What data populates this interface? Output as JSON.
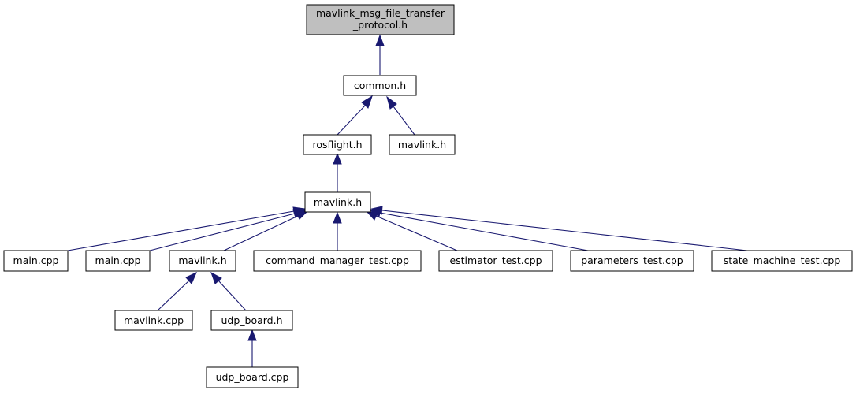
{
  "nodes": {
    "protocol": {
      "line1": "mavlink_msg_file_transfer",
      "line2": "_protocol.h"
    },
    "common": "common.h",
    "rosflight": "rosflight.h",
    "mavlink_top": "mavlink.h",
    "mavlink_mid": "mavlink.h",
    "main1": "main.cpp",
    "main2": "main.cpp",
    "mavlink_low": "mavlink.h",
    "command_manager_test": "command_manager_test.cpp",
    "estimator_test": "estimator_test.cpp",
    "parameters_test": "parameters_test.cpp",
    "state_machine_test": "state_machine_test.cpp",
    "mavlink_cpp": "mavlink.cpp",
    "udp_board_h": "udp_board.h",
    "udp_board_cpp": "udp_board.cpp"
  },
  "colors": {
    "edge": "#191970",
    "root_fill": "#bfbfbf",
    "node_fill": "#ffffff"
  }
}
